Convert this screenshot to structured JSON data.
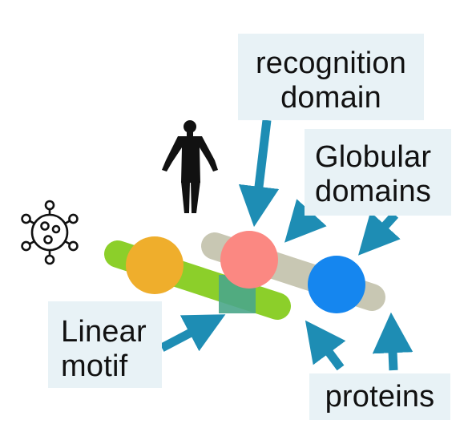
{
  "labels": {
    "recognition_domain": [
      "recognition",
      "domain"
    ],
    "globular_domains": [
      "Globular",
      "domains"
    ],
    "linear_motif": [
      "Linear",
      "motif"
    ],
    "proteins": "proteins"
  },
  "colors": {
    "label_background": "#e8f2f6",
    "arrow": "#1e8db4",
    "green_protein": "#8ccf2a",
    "grey_protein": "#c8c7b3",
    "orange_domain": "#efae2c",
    "pink_domain": "#fb8882",
    "blue_domain": "#1586ef",
    "linear_motif_patch": "#4aa68a",
    "icon": "#111111"
  },
  "icons": {
    "virus": "virus-icon",
    "human": "human-figure-icon"
  }
}
